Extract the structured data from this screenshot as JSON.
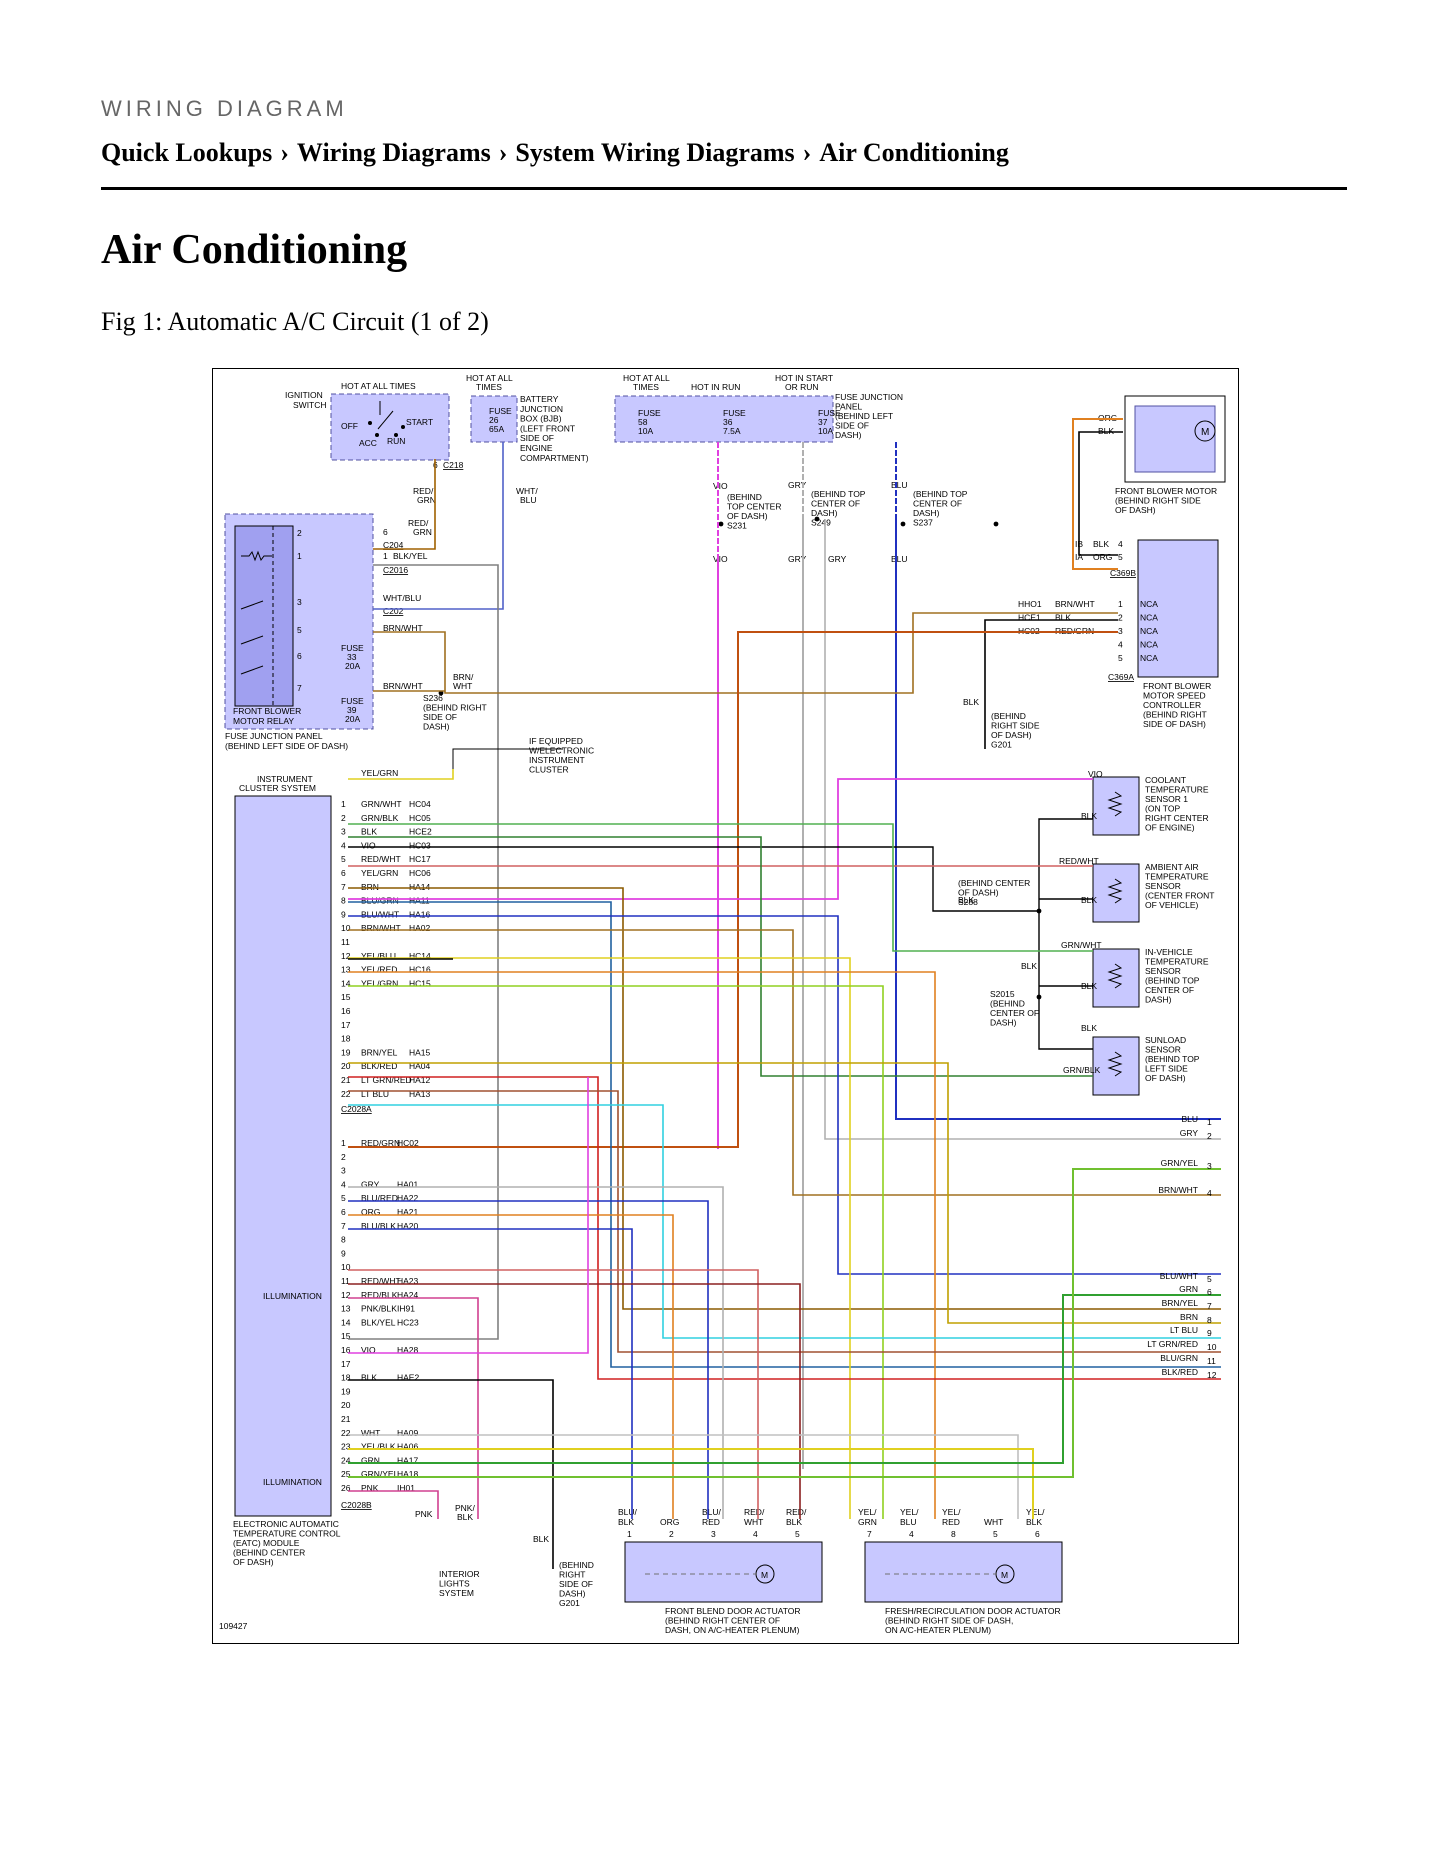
{
  "header": {
    "section_label": "WIRING DIAGRAM",
    "breadcrumb": [
      "Quick Lookups",
      "Wiring Diagrams",
      "System Wiring Diagrams",
      "Air Conditioning"
    ],
    "separator": "›"
  },
  "page_title": "Air Conditioning",
  "figure": {
    "caption": "Fig 1: Automatic A/C Circuit (1 of 2)",
    "figure_id": "109427",
    "hot_labels": {
      "ign": "HOT AT ALL TIMES",
      "bjb_1": "HOT AT ALL",
      "bjb_2": "TIMES",
      "fjp1_1": "HOT AT ALL",
      "fjp1_2": "TIMES",
      "run": "HOT IN RUN",
      "start_1": "HOT IN START",
      "start_2": "OR RUN"
    },
    "ignition": {
      "label_1": "IGNITION",
      "label_2": "SWITCH",
      "off": "OFF",
      "start": "START",
      "acc": "ACC",
      "run": "RUN",
      "pin": "6",
      "connector": "C218"
    },
    "bjb": {
      "fuse": "FUSE",
      "num": "26",
      "amp": "65A",
      "lines": [
        "BATTERY",
        "JUNCTION",
        "BOX (BJB)",
        "(LEFT FRONT",
        "SIDE OF",
        "ENGINE",
        "COMPARTMENT)"
      ]
    },
    "fjp_top": {
      "fuses": [
        {
          "fuse": "FUSE",
          "num": "58",
          "amp": "10A"
        },
        {
          "fuse": "FUSE",
          "num": "36",
          "amp": "7.5A"
        },
        {
          "fuse": "FUSE",
          "num": "37",
          "amp": "10A"
        }
      ],
      "lines": [
        "FUSE JUNCTION",
        "PANEL",
        "(BEHIND LEFT",
        "SIDE OF",
        "DASH)"
      ]
    },
    "splices": {
      "s231": [
        "(BEHIND",
        "TOP CENTER",
        "OF DASH)",
        "S231"
      ],
      "s249": [
        "(BEHIND TOP",
        "CENTER OF",
        "DASH)",
        "S249"
      ],
      "s237": [
        "(BEHIND TOP",
        "CENTER OF",
        "DASH)",
        "S237"
      ]
    },
    "wire_labels": {
      "vio": "VIO",
      "gry": "GRY",
      "blu": "BLU",
      "org": "ORG",
      "blk": "BLK",
      "red_grn_1": "RED/",
      "red_grn_2": "GRN",
      "wht_blu_1": "WHT/",
      "wht_blu_2": "BLU",
      "brn_wht_1": "BRN/",
      "brn_wht_2": "WHT",
      "yel_grn": "YEL/GRN",
      "pnk": "PNK",
      "pnk_blk_1": "PNK/",
      "pnk_blk_2": "BLK",
      "red_wht": "RED/WHT",
      "grn_wht": "GRN/WHT",
      "grn_blk": "GRN/BLK"
    },
    "fjp_left": {
      "pins": [
        "2",
        "6",
        "1",
        "3",
        "5",
        "6",
        "7"
      ],
      "wires": [
        {
          "pin": "6",
          "color": "RED/",
          "color2": "GRN"
        },
        {
          "pin": "1",
          "color": "BLK/YEL"
        },
        {
          "pin": "",
          "color": "WHT/BLU"
        },
        {
          "pin": "",
          "color": "BRN/WHT"
        },
        {
          "pin": "",
          "color": "BRN/WHT"
        }
      ],
      "connectors": [
        "C204",
        "C2016",
        "C202"
      ],
      "fuse33": {
        "fuse": "FUSE",
        "num": "33",
        "amp": "20A"
      },
      "fuse39": {
        "fuse": "FUSE",
        "num": "39",
        "amp": "20A"
      },
      "relay_1": "FRONT BLOWER",
      "relay_2": "MOTOR RELAY",
      "panel_1": "FUSE JUNCTION PANEL",
      "panel_2": "(BEHIND LEFT SIDE OF DASH)",
      "s236": [
        "S236",
        "(BEHIND RIGHT",
        "SIDE OF",
        "DASH)"
      ]
    },
    "blower_motor": {
      "lines": [
        "FRONT BLOWER MOTOR",
        "(BEHIND RIGHT SIDE",
        "OF DASH)"
      ],
      "org": "ORG",
      "blk": "BLK"
    },
    "speed_controller": {
      "c369b": "C369B",
      "c369a": "C369A",
      "b_rows": [
        {
          "circuit": "IB",
          "color": "BLK",
          "pin": "4"
        },
        {
          "circuit": "IA",
          "color": "ORG",
          "pin": "5"
        }
      ],
      "a_rows": [
        {
          "circuit": "HHO1",
          "color": "BRN/WHT",
          "pin": "1",
          "term": "NCA"
        },
        {
          "circuit": "HCE1",
          "color": "BLK",
          "pin": "2",
          "term": "NCA"
        },
        {
          "circuit": "HC02",
          "color": "RED/GRN",
          "pin": "3",
          "term": "NCA"
        },
        {
          "circuit": "",
          "color": "",
          "pin": "4",
          "term": "NCA"
        },
        {
          "circuit": "",
          "color": "",
          "pin": "5",
          "term": "NCA"
        }
      ],
      "lines": [
        "FRONT BLOWER",
        "MOTOR SPEED",
        "CONTROLLER",
        "(BEHIND RIGHT",
        "SIDE OF DASH)"
      ],
      "g201": [
        "(BEHIND",
        "RIGHT SIDE",
        "OF DASH)",
        "G201"
      ]
    },
    "cluster": {
      "if_equipped": [
        "IF EQUIPPED",
        "W/ELECTRONIC",
        "INSTRUMENT",
        "CLUSTER"
      ],
      "label_1": "INSTRUMENT",
      "label_2": "CLUSTER SYSTEM"
    },
    "eatc": {
      "c2028a_rows": [
        {
          "pin": "1",
          "color": "GRN/WHT",
          "circuit": "HC04"
        },
        {
          "pin": "2",
          "color": "GRN/BLK",
          "circuit": "HC05"
        },
        {
          "pin": "3",
          "color": "BLK",
          "circuit": "HCE2"
        },
        {
          "pin": "4",
          "color": "VIO",
          "circuit": "HC03"
        },
        {
          "pin": "5",
          "color": "RED/WHT",
          "circuit": "HC17"
        },
        {
          "pin": "6",
          "color": "YEL/GRN",
          "circuit": "HC06"
        },
        {
          "pin": "7",
          "color": "BRN",
          "circuit": "HA14"
        },
        {
          "pin": "8",
          "color": "BLU/GRN",
          "circuit": "HA11"
        },
        {
          "pin": "9",
          "color": "BLU/WHT",
          "circuit": "HA16"
        },
        {
          "pin": "10",
          "color": "BRN/WHT",
          "circuit": "HA02"
        },
        {
          "pin": "11",
          "color": "",
          "circuit": ""
        },
        {
          "pin": "12",
          "color": "YEL/BLU",
          "circuit": "HC14"
        },
        {
          "pin": "13",
          "color": "YEL/RED",
          "circuit": "HC16"
        },
        {
          "pin": "14",
          "color": "YEL/GRN",
          "circuit": "HC15"
        },
        {
          "pin": "15",
          "color": "",
          "circuit": ""
        },
        {
          "pin": "16",
          "color": "",
          "circuit": ""
        },
        {
          "pin": "17",
          "color": "",
          "circuit": ""
        },
        {
          "pin": "18",
          "color": "",
          "circuit": ""
        },
        {
          "pin": "19",
          "color": "BRN/YEL",
          "circuit": "HA15"
        },
        {
          "pin": "20",
          "color": "BLK/RED",
          "circuit": "HA04"
        },
        {
          "pin": "21",
          "color": "LT GRN/RED",
          "circuit": "HA12"
        },
        {
          "pin": "22",
          "color": "LT BLU",
          "circuit": "HA13"
        }
      ],
      "c2028a": "C2028A",
      "c2028b_rows": [
        {
          "pin": "1",
          "color": "RED/GRN",
          "circuit": "HC02"
        },
        {
          "pin": "2",
          "color": "",
          "circuit": ""
        },
        {
          "pin": "3",
          "color": "",
          "circuit": ""
        },
        {
          "pin": "4",
          "color": "GRY",
          "circuit": "HA01"
        },
        {
          "pin": "5",
          "color": "BLU/RED",
          "circuit": "HA22"
        },
        {
          "pin": "6",
          "color": "ORG",
          "circuit": "HA21"
        },
        {
          "pin": "7",
          "color": "BLU/BLK",
          "circuit": "HA20"
        },
        {
          "pin": "8",
          "color": "",
          "circuit": ""
        },
        {
          "pin": "9",
          "color": "",
          "circuit": ""
        },
        {
          "pin": "10",
          "color": "",
          "circuit": ""
        },
        {
          "pin": "11",
          "color": "RED/WHT",
          "circuit": "HA23"
        },
        {
          "pin": "12",
          "color": "RED/BLK",
          "circuit": "HA24"
        },
        {
          "pin": "13",
          "color": "PNK/BLK",
          "circuit": "IH91"
        },
        {
          "pin": "14",
          "color": "BLK/YEL",
          "circuit": "HC23"
        },
        {
          "pin": "15",
          "color": "",
          "circuit": ""
        },
        {
          "pin": "16",
          "color": "VIO",
          "circuit": "HA28"
        },
        {
          "pin": "17",
          "color": "",
          "circuit": ""
        },
        {
          "pin": "18",
          "color": "BLK",
          "circuit": "HAE2"
        },
        {
          "pin": "19",
          "color": "",
          "circuit": ""
        },
        {
          "pin": "20",
          "color": "",
          "circuit": ""
        },
        {
          "pin": "21",
          "color": "",
          "circuit": ""
        },
        {
          "pin": "22",
          "color": "WHT",
          "circuit": "HA09"
        },
        {
          "pin": "23",
          "color": "YEL/BLK",
          "circuit": "HA06"
        },
        {
          "pin": "24",
          "color": "GRN",
          "circuit": "HA17"
        },
        {
          "pin": "25",
          "color": "GRN/YEL",
          "circuit": "HA18"
        },
        {
          "pin": "26",
          "color": "PNK",
          "circuit": "IH01"
        }
      ],
      "c2028b": "C2028B",
      "illumination": "ILLUMINATION",
      "lines": [
        "ELECTRONIC AUTOMATIC",
        "TEMPERATURE CONTROL",
        "(EATC) MODULE",
        "(BEHIND CENTER",
        "OF DASH)"
      ]
    },
    "sensors": {
      "coolant": [
        "COOLANT",
        "TEMPERATURE",
        "SENSOR 1",
        "(ON TOP",
        "RIGHT CENTER",
        "OF ENGINE)"
      ],
      "ambient": [
        "AMBIENT AIR",
        "TEMPERATURE",
        "SENSOR",
        "(CENTER FRONT",
        "OF VEHICLE)"
      ],
      "invehicle": [
        "IN-VEHICLE",
        "TEMPERATURE",
        "SENSOR",
        "(BEHIND TOP",
        "CENTER OF",
        "DASH)"
      ],
      "sunload": [
        "SUNLOAD",
        "SENSOR",
        "(BEHIND TOP",
        "LEFT SIDE",
        "OF DASH)"
      ],
      "s288": [
        "(BEHIND CENTER",
        "OF DASH)",
        "S288"
      ],
      "s2015": [
        "S2015",
        "(BEHIND",
        "CENTER OF",
        "DASH)"
      ]
    },
    "right_connector": [
      {
        "color": "BLU",
        "pin": "1"
      },
      {
        "color": "GRY",
        "pin": "2"
      },
      {
        "color": "GRN/YEL",
        "pin": "3"
      },
      {
        "color": "BRN/WHT",
        "pin": "4"
      },
      {
        "color": "BLU/WHT",
        "pin": "5"
      },
      {
        "color": "GRN",
        "pin": "6"
      },
      {
        "color": "BRN/YEL",
        "pin": "7"
      },
      {
        "color": "BRN",
        "pin": "8"
      },
      {
        "color": "LT BLU",
        "pin": "9"
      },
      {
        "color": "LT GRN/RED",
        "pin": "10"
      },
      {
        "color": "BLU/GRN",
        "pin": "11"
      },
      {
        "color": "BLK/RED",
        "pin": "12"
      }
    ],
    "actuators": {
      "front_blend": {
        "wires": [
          {
            "c1": "BLU/",
            "c2": "BLK",
            "pin": "1"
          },
          {
            "c1": "",
            "c2": "ORG",
            "pin": "2"
          },
          {
            "c1": "BLU/",
            "c2": "RED",
            "pin": "3"
          },
          {
            "c1": "RED/",
            "c2": "WHT",
            "pin": "4"
          },
          {
            "c1": "RED/",
            "c2": "BLK",
            "pin": "5"
          }
        ],
        "lines": [
          "FRONT BLEND DOOR ACTUATOR",
          "(BEHIND RIGHT CENTER OF",
          "DASH, ON A/C-HEATER PLENUM)"
        ]
      },
      "fresh_recirc": {
        "wires": [
          {
            "c1": "YEL/",
            "c2": "GRN",
            "pin": "7"
          },
          {
            "c1": "YEL/",
            "c2": "BLU",
            "pin": "4"
          },
          {
            "c1": "YEL/",
            "c2": "RED",
            "pin": "8"
          },
          {
            "c1": "",
            "c2": "WHT",
            "pin": "5"
          },
          {
            "c1": "YEL/",
            "c2": "BLK",
            "pin": "6"
          }
        ],
        "lines": [
          "FRESH/RECIRCULATION DOOR ACTUATOR",
          "(BEHIND RIGHT SIDE OF DASH,",
          "ON A/C-HEATER PLENUM)"
        ]
      }
    },
    "interior_lights": [
      "INTERIOR",
      "LIGHTS",
      "SYSTEM"
    ],
    "g201_bottom": [
      "(BEHIND",
      "RIGHT",
      "SIDE OF",
      "DASH)",
      "G201"
    ],
    "colors": {
      "box_fill": "#c8c8ff",
      "box_stroke": "#5050a0",
      "vio": "#e040e0",
      "gry": "#a0a0a0",
      "blu": "#2020c0",
      "org": "#e08020",
      "blk": "#000000"
    }
  }
}
